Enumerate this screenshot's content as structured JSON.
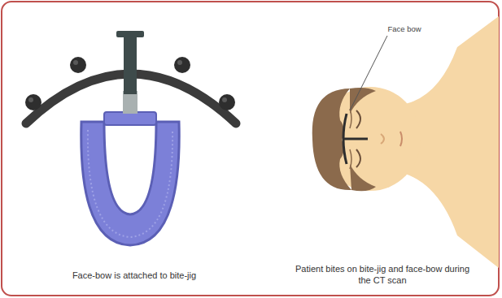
{
  "diagram": {
    "labels": [
      "Face bow",
      "Face-bow is attached to bite-jig",
      "Patient bites on bite-jig and face-bow during the CT scan"
    ]
  }
}
